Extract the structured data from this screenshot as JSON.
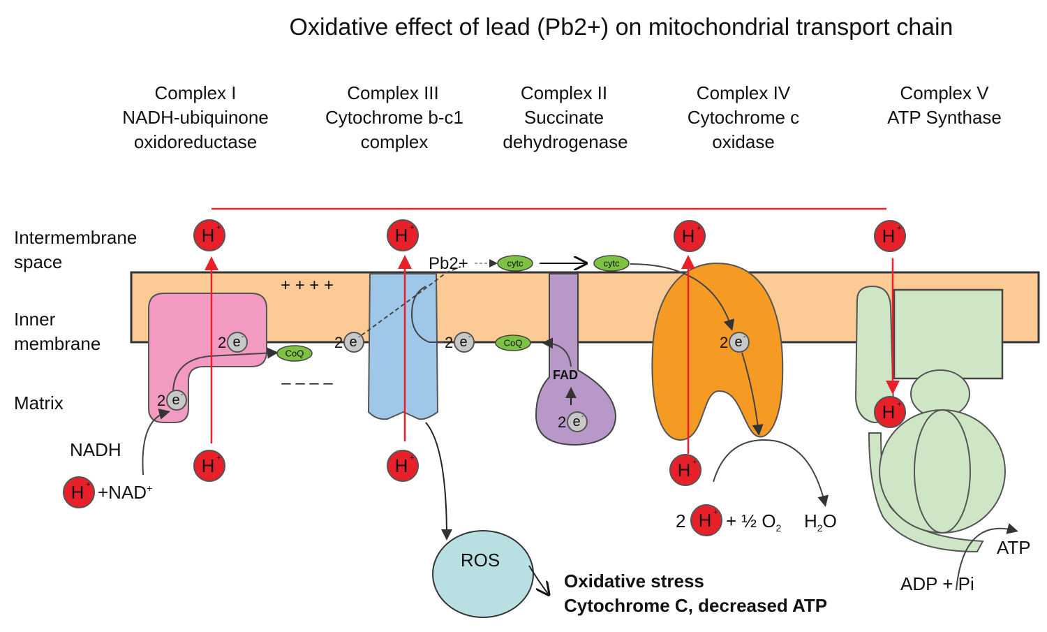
{
  "title": "Oxidative  effect  of lead (Pb2+) on mitochondrial transport chain",
  "complexes": [
    {
      "name": "Complex I",
      "line2": "NADH-ubiquinone",
      "line3": "oxidoreductase"
    },
    {
      "name": "Complex III",
      "line2": "Cytochrome b-c1",
      "line3": "complex"
    },
    {
      "name": "Complex II",
      "line2": "Succinate",
      "line3": "dehydrogenase"
    },
    {
      "name": "Complex IV",
      "line2": "Cytochrome c",
      "line3": "oxidase"
    },
    {
      "name": "Complex V",
      "line2": "ATP  Synthase",
      "line3": ""
    }
  ],
  "regions": {
    "intermembrane_1": "Intermembrane",
    "intermembrane_2": "space",
    "inner_1": "Inner",
    "inner_2": "membrane",
    "matrix": "Matrix"
  },
  "labels": {
    "proton": "H",
    "proton_sup": "+",
    "electron": "e",
    "electron_sup": "-",
    "two": "2",
    "coq": "CoQ",
    "cytc": "cytc",
    "fad": "FAD",
    "pb": "Pb2+",
    "plus_charges": "+ + + +",
    "minus_charges": "– – – –",
    "nadh": "NADH",
    "nad": "+NAD",
    "nad_sup": "+",
    "oxygen": "+ ½ O",
    "oxygen_sub": "2",
    "water_h": "H",
    "water_sub": "2",
    "water_o": "O",
    "ros": "ROS",
    "stress_1": "Oxidative stress",
    "stress_2": "Cytochrome C, decreased ATP",
    "atp": "ATP",
    "adp": "ADP + Pi"
  },
  "colors": {
    "membrane": "#fcca94",
    "complex_i": "#f29ac2",
    "complex_iii": "#9fc7ea",
    "complex_ii": "#b898c8",
    "complex_iv": "#f59a23",
    "complex_v": "#cfe6c6",
    "proton": "#e8202a",
    "mobile_carrier": "#7dc242",
    "ros": "#b8dfe2",
    "electron": "#c8c8c8"
  }
}
